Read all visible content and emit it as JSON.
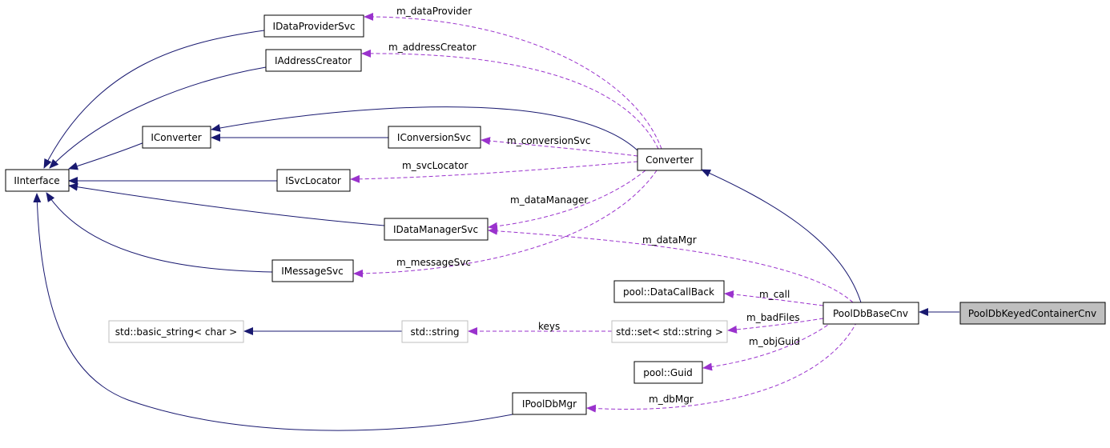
{
  "colors": {
    "inheritance_edge": "#191970",
    "usage_edge": "#9a32cd",
    "highlighted_node_fill": "#bfbfbf",
    "external_node_border": "#bfbfbf"
  },
  "nodes": {
    "IInterface": "IInterface",
    "IDataProviderSvc": "IDataProviderSvc",
    "IAddressCreator": "IAddressCreator",
    "IConverter": "IConverter",
    "IConversionSvc": "IConversionSvc",
    "Converter": "Converter",
    "ISvcLocator": "ISvcLocator",
    "IDataManagerSvc": "IDataManagerSvc",
    "IMessageSvc": "IMessageSvc",
    "pool_DataCallBack": "pool::DataCallBack",
    "PoolDbBaseCnv": "PoolDbBaseCnv",
    "PoolDbKeyedContainerCnv": "PoolDbKeyedContainerCnv",
    "std_basic_string": "std::basic_string< char >",
    "std_string": "std::string",
    "std_set": "std::set< std::string >",
    "pool_Guid": "pool::Guid",
    "IPoolDbMgr": "IPoolDbMgr"
  },
  "edge_labels": {
    "m_dataProvider": "m_dataProvider",
    "m_addressCreator": "m_addressCreator",
    "m_conversionSvc": "m_conversionSvc",
    "m_svcLocator": "m_svcLocator",
    "m_dataManager": "m_dataManager",
    "m_dataMgr": "m_dataMgr",
    "m_messageSvc": "m_messageSvc",
    "m_call": "m_call",
    "m_badFiles": "m_badFiles",
    "keys": "keys",
    "m_objGuid": "m_objGuid",
    "m_dbMgr": "m_dbMgr"
  }
}
